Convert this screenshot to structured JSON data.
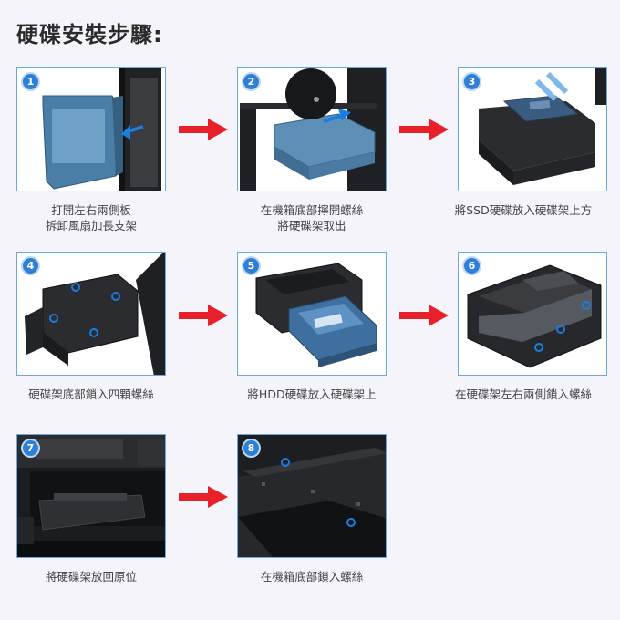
{
  "title": "硬碟安裝步驟:",
  "colors": {
    "badge": "#2f7fd4",
    "arrow": "#e8202a",
    "frame": "#6aa9e0"
  },
  "steps": [
    {
      "number": "1",
      "lines": [
        "打開左右兩側板",
        "拆卸風扇加長支架"
      ]
    },
    {
      "number": "2",
      "lines": [
        "在機箱底部擰開螺絲",
        "將硬碟架取出"
      ]
    },
    {
      "number": "3",
      "lines": [
        "將SSD硬碟放入硬碟架上方"
      ]
    },
    {
      "number": "4",
      "lines": [
        "硬碟架底部鎖入四顆螺絲"
      ]
    },
    {
      "number": "5",
      "lines": [
        "將HDD硬碟放入硬碟架上"
      ]
    },
    {
      "number": "6",
      "lines": [
        "在硬碟架左右兩側鎖入螺絲"
      ]
    },
    {
      "number": "7",
      "lines": [
        "將硬碟架放回原位"
      ]
    },
    {
      "number": "8",
      "lines": [
        "在機箱底部鎖入螺絲"
      ]
    }
  ]
}
